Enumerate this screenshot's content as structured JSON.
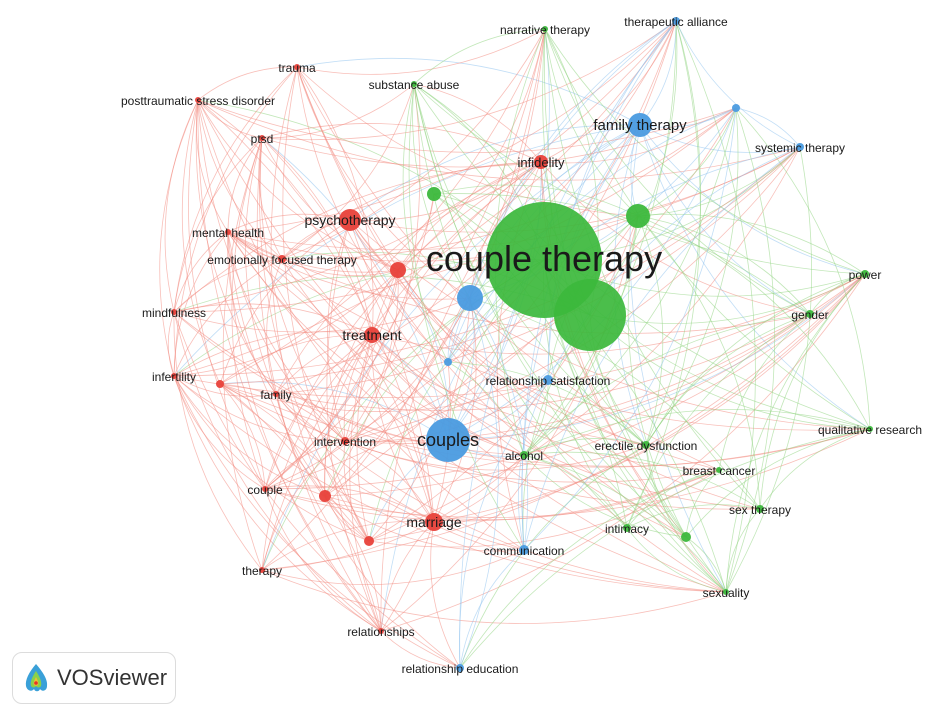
{
  "app": {
    "name": "VOSviewer"
  },
  "colors": {
    "red": "#e8413a",
    "green": "#3cb83c",
    "blue": "#4a9be0",
    "link_red": "#f28a80",
    "link_green": "#8fd47f",
    "link_blue": "#8fc3ef"
  },
  "legend_icon": "vosviewer-logo-icon",
  "nodes": [
    {
      "id": "couple-therapy",
      "label": "couple therapy",
      "cluster": "green",
      "weight": 100
    },
    {
      "id": "couple-therapy-2",
      "label": "",
      "cluster": "green",
      "weight": 55
    },
    {
      "id": "family-therapy",
      "label": "family therapy",
      "cluster": "blue",
      "weight": 14
    },
    {
      "id": "couples",
      "label": "couples",
      "cluster": "blue",
      "weight": 20
    },
    {
      "id": "psychotherapy",
      "label": "psychotherapy",
      "cluster": "red",
      "weight": 11
    },
    {
      "id": "treatment",
      "label": "treatment",
      "cluster": "red",
      "weight": 8
    },
    {
      "id": "marriage",
      "label": "marriage",
      "cluster": "red",
      "weight": 9
    },
    {
      "id": "infidelity",
      "label": "infidelity",
      "cluster": "red",
      "weight": 6
    },
    {
      "id": "trauma",
      "label": "trauma",
      "cluster": "red",
      "weight": 3
    },
    {
      "id": "ptsd-long",
      "label": "posttraumatic stress disorder",
      "cluster": "red",
      "weight": 3
    },
    {
      "id": "ptsd",
      "label": "ptsd",
      "cluster": "red",
      "weight": 3
    },
    {
      "id": "mental-health",
      "label": "mental health",
      "cluster": "red",
      "weight": 3
    },
    {
      "id": "eft",
      "label": "emotionally focused therapy",
      "cluster": "red",
      "weight": 4
    },
    {
      "id": "mindfulness",
      "label": "mindfulness",
      "cluster": "red",
      "weight": 3
    },
    {
      "id": "infertility",
      "label": "infertility",
      "cluster": "red",
      "weight": 3
    },
    {
      "id": "family",
      "label": "family",
      "cluster": "red",
      "weight": 3
    },
    {
      "id": "intervention",
      "label": "intervention",
      "cluster": "red",
      "weight": 4
    },
    {
      "id": "couple",
      "label": "couple",
      "cluster": "red",
      "weight": 3
    },
    {
      "id": "therapy",
      "label": "therapy",
      "cluster": "red",
      "weight": 3
    },
    {
      "id": "relationships",
      "label": "relationships",
      "cluster": "red",
      "weight": 3
    },
    {
      "id": "red-a",
      "label": "",
      "cluster": "red",
      "weight": 6
    },
    {
      "id": "red-b",
      "label": "",
      "cluster": "red",
      "weight": 4
    },
    {
      "id": "red-c",
      "label": "",
      "cluster": "red",
      "weight": 3
    },
    {
      "id": "red-d",
      "label": "",
      "cluster": "red",
      "weight": 2
    },
    {
      "id": "narrative-therapy",
      "label": "narrative therapy",
      "cluster": "green",
      "weight": 2
    },
    {
      "id": "substance-abuse",
      "label": "substance abuse",
      "cluster": "green",
      "weight": 3
    },
    {
      "id": "power",
      "label": "power",
      "cluster": "green",
      "weight": 3
    },
    {
      "id": "gender",
      "label": "gender",
      "cluster": "green",
      "weight": 4
    },
    {
      "id": "qualitative-research",
      "label": "qualitative research",
      "cluster": "green",
      "weight": 3
    },
    {
      "id": "erectile-dysfunction",
      "label": "erectile dysfunction",
      "cluster": "green",
      "weight": 3
    },
    {
      "id": "breast-cancer",
      "label": "breast cancer",
      "cluster": "green",
      "weight": 3
    },
    {
      "id": "sex-therapy",
      "label": "sex therapy",
      "cluster": "green",
      "weight": 4
    },
    {
      "id": "intimacy",
      "label": "intimacy",
      "cluster": "green",
      "weight": 3
    },
    {
      "id": "sexuality",
      "label": "sexuality",
      "cluster": "green",
      "weight": 3
    },
    {
      "id": "alcohol",
      "label": "alcohol",
      "cluster": "green",
      "weight": 3
    },
    {
      "id": "green-a",
      "label": "",
      "cluster": "green",
      "weight": 7
    },
    {
      "id": "green-b",
      "label": "",
      "cluster": "green",
      "weight": 4
    },
    {
      "id": "green-c",
      "label": "",
      "cluster": "green",
      "weight": 2
    },
    {
      "id": "therapeutic-alliance",
      "label": "therapeutic alliance",
      "cluster": "blue",
      "weight": 3
    },
    {
      "id": "systemic-therapy",
      "label": "systemic therapy",
      "cluster": "blue",
      "weight": 3
    },
    {
      "id": "relationship-satisfaction",
      "label": "relationship satisfaction",
      "cluster": "blue",
      "weight": 4
    },
    {
      "id": "communication",
      "label": "communication",
      "cluster": "blue",
      "weight": 4
    },
    {
      "id": "relationship-education",
      "label": "relationship education",
      "cluster": "blue",
      "weight": 3
    },
    {
      "id": "blue-a",
      "label": "",
      "cluster": "blue",
      "weight": 8
    },
    {
      "id": "blue-b",
      "label": "",
      "cluster": "blue",
      "weight": 2
    },
    {
      "id": "blue-c",
      "label": "",
      "cluster": "blue",
      "weight": 2
    }
  ]
}
